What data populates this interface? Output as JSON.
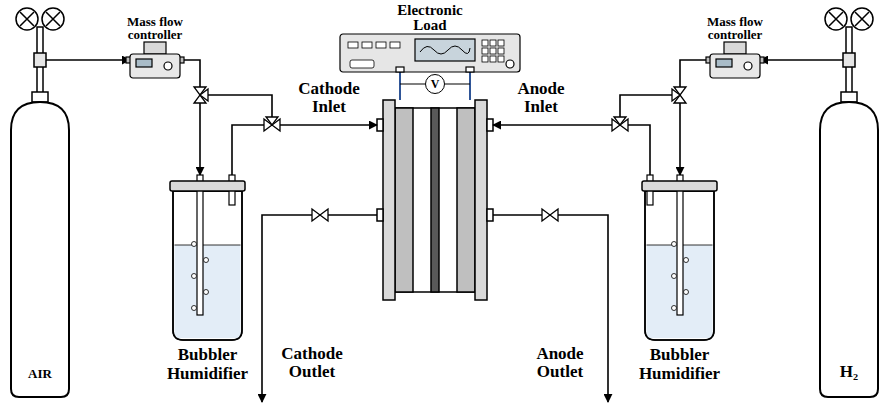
{
  "diagram": {
    "nodes": [
      {
        "text": [
          "Electronic Load"
        ]
      },
      {
        "text": [
          "Mass flow controller"
        ]
      },
      {
        "text": [
          "Mass flow controller"
        ]
      },
      {
        "text": [
          "AIR"
        ]
      },
      {
        "text": [
          "H₂"
        ]
      },
      {
        "text": [
          "V"
        ]
      },
      {
        "text": [
          "Bubbler Humidifier"
        ]
      },
      {
        "text": [
          "Bubbler Humidifier"
        ]
      }
    ],
    "edges": [
      {
        "from": 3,
        "to": 1,
        "arrow": "to"
      },
      {
        "from": 1,
        "to": 6,
        "arrow": "to"
      },
      {
        "from": 4,
        "to": 2,
        "arrow": "to"
      },
      {
        "from": 2,
        "to": 7,
        "arrow": "to"
      }
    ],
    "labels": [
      "Cathode Inlet",
      "Anode Inlet",
      "Cathode Outlet",
      "Anode Outlet"
    ]
  }
}
